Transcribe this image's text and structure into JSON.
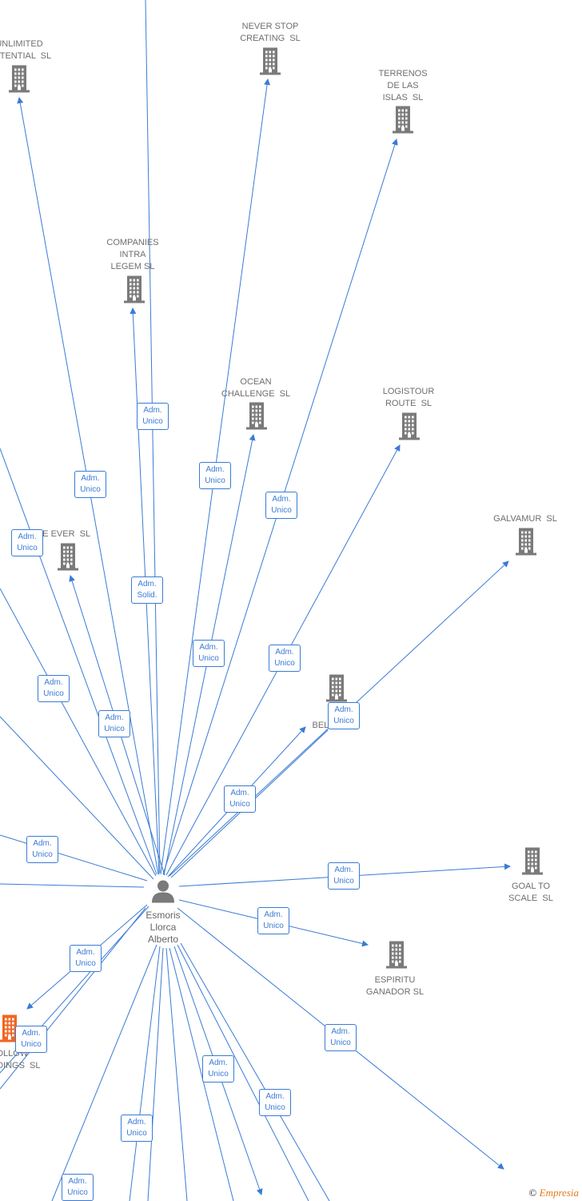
{
  "center": {
    "name_lines": [
      "Esmoris",
      "Llorca",
      "Alberto"
    ],
    "icon": "person-icon"
  },
  "companies": [
    {
      "id": "unlimited",
      "label": "UNLIMITED\nPOTENTIAL  SL",
      "icon": "building-icon",
      "color": "#7a7a7a"
    },
    {
      "id": "neverstop",
      "label": "NEVER STOP\nCREATING  SL",
      "icon": "building-icon",
      "color": "#7a7a7a"
    },
    {
      "id": "terrenos",
      "label": "TERRENOS\nDE LAS\nISLAS  SL",
      "icon": "building-icon",
      "color": "#7a7a7a"
    },
    {
      "id": "companies",
      "label": "COMPANIES\nINTRA\nLEGEM SL",
      "icon": "building-icon",
      "color": "#7a7a7a"
    },
    {
      "id": "ocean",
      "label": "OCEAN\nCHALLENGE  SL",
      "icon": "building-icon",
      "color": "#7a7a7a"
    },
    {
      "id": "logistour",
      "label": "LOGISTOUR\nROUTE  SL",
      "icon": "building-icon",
      "color": "#7a7a7a"
    },
    {
      "id": "galvamur",
      "label": "GALVAMUR  SL",
      "icon": "building-icon",
      "color": "#7a7a7a"
    },
    {
      "id": "since",
      "label": "SINCE EVER  SL",
      "icon": "building-icon",
      "color": "#7a7a7a"
    },
    {
      "id": "belong",
      "label": "F...\nBELO... SL",
      "icon": "building-icon",
      "color": "#7a7a7a"
    },
    {
      "id": "goal",
      "label": "GOAL TO\nSCALE  SL",
      "icon": "building-icon",
      "color": "#7a7a7a"
    },
    {
      "id": "espiritu",
      "label": "ESPIRITU\nGANADOR SL",
      "icon": "building-icon",
      "color": "#7a7a7a"
    },
    {
      "id": "follow",
      "label": "FOLLOW\nHOLDINGS  SL",
      "icon": "building-icon",
      "color": "#f26522"
    }
  ],
  "role_badges": [
    {
      "text": "Adm.\nUnico"
    },
    {
      "text": "Adm.\nUnico"
    },
    {
      "text": "Adm.\nUnico"
    },
    {
      "text": "Adm.\nUnico"
    },
    {
      "text": "Adm.\nSolid."
    },
    {
      "text": "Adm.\nUnico"
    },
    {
      "text": "Adm.\nUnico"
    },
    {
      "text": "Adm.\nUnico"
    },
    {
      "text": "Adm.\nUnico"
    },
    {
      "text": "Adm.\nUnico"
    },
    {
      "text": "Adm.\nUnico"
    },
    {
      "text": "Adm.\nUnico"
    },
    {
      "text": "Adm.\nUnico"
    },
    {
      "text": "Adm.\nUnico"
    },
    {
      "text": "Adm.\nUnico"
    },
    {
      "text": "Adm.\nUnico"
    },
    {
      "text": "Adm.\nUnico"
    },
    {
      "text": "Adm.\nUnico"
    },
    {
      "text": "Adm.\nUnico"
    },
    {
      "text": "Adm.\nUnico"
    },
    {
      "text": "Adm.\nUnico"
    },
    {
      "text": "Adm.\nUnico"
    }
  ],
  "copyright": {
    "symbol": "©",
    "brand": "Empresia"
  },
  "colors": {
    "edge": "#3a7bd5",
    "node": "#7a7a7a",
    "highlight": "#f26522",
    "badge_border": "#3a7bd5"
  }
}
